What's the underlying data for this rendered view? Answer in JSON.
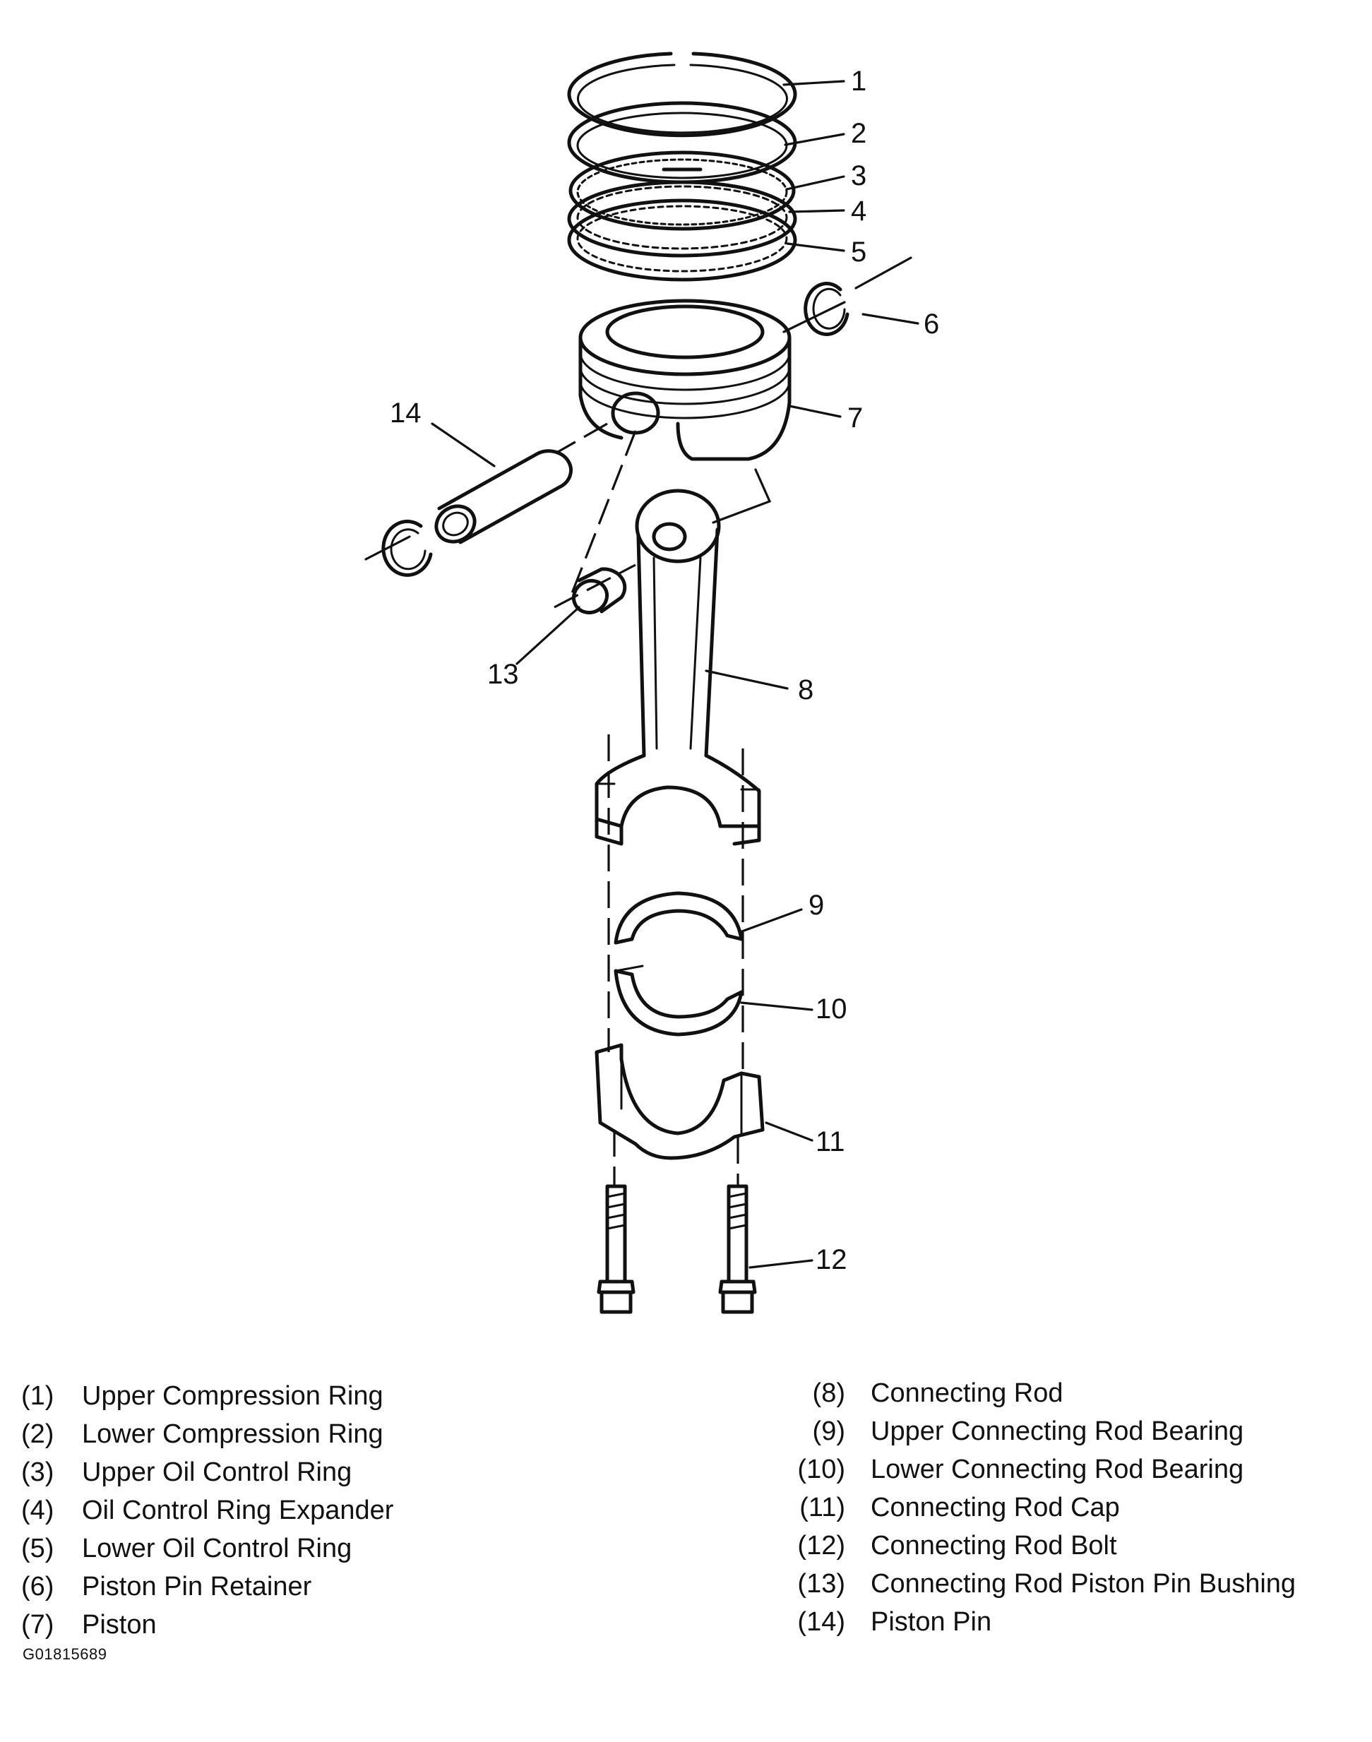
{
  "callouts": [
    {
      "id": "1",
      "label": "1"
    },
    {
      "id": "2",
      "label": "2"
    },
    {
      "id": "3",
      "label": "3"
    },
    {
      "id": "4",
      "label": "4"
    },
    {
      "id": "5",
      "label": "5"
    },
    {
      "id": "6",
      "label": "6"
    },
    {
      "id": "7",
      "label": "7"
    },
    {
      "id": "8",
      "label": "8"
    },
    {
      "id": "9",
      "label": "9"
    },
    {
      "id": "10",
      "label": "10"
    },
    {
      "id": "11",
      "label": "11"
    },
    {
      "id": "12",
      "label": "12"
    },
    {
      "id": "13",
      "label": "13"
    },
    {
      "id": "14",
      "label": "14"
    }
  ],
  "legend": {
    "left": [
      {
        "num": "(1)",
        "text": "Upper Compression Ring"
      },
      {
        "num": "(2)",
        "text": "Lower Compression Ring"
      },
      {
        "num": "(3)",
        "text": "Upper Oil Control Ring"
      },
      {
        "num": "(4)",
        "text": "Oil Control Ring Expander"
      },
      {
        "num": "(5)",
        "text": "Lower Oil Control Ring"
      },
      {
        "num": "(6)",
        "text": "Piston Pin Retainer"
      },
      {
        "num": "(7)",
        "text": "Piston"
      }
    ],
    "right": [
      {
        "num": "(8)",
        "text": "Connecting Rod"
      },
      {
        "num": "(9)",
        "text": "Upper Connecting Rod Bearing"
      },
      {
        "num": "(10)",
        "text": "Lower Connecting Rod Bearing"
      },
      {
        "num": "(11)",
        "text": "Connecting Rod Cap"
      },
      {
        "num": "(12)",
        "text": "Connecting Rod Bolt"
      },
      {
        "num": "(13)",
        "text": "Connecting Rod Piston Pin Bushing"
      },
      {
        "num": "(14)",
        "text": "Piston Pin"
      }
    ]
  },
  "figure_id": "G01815689"
}
